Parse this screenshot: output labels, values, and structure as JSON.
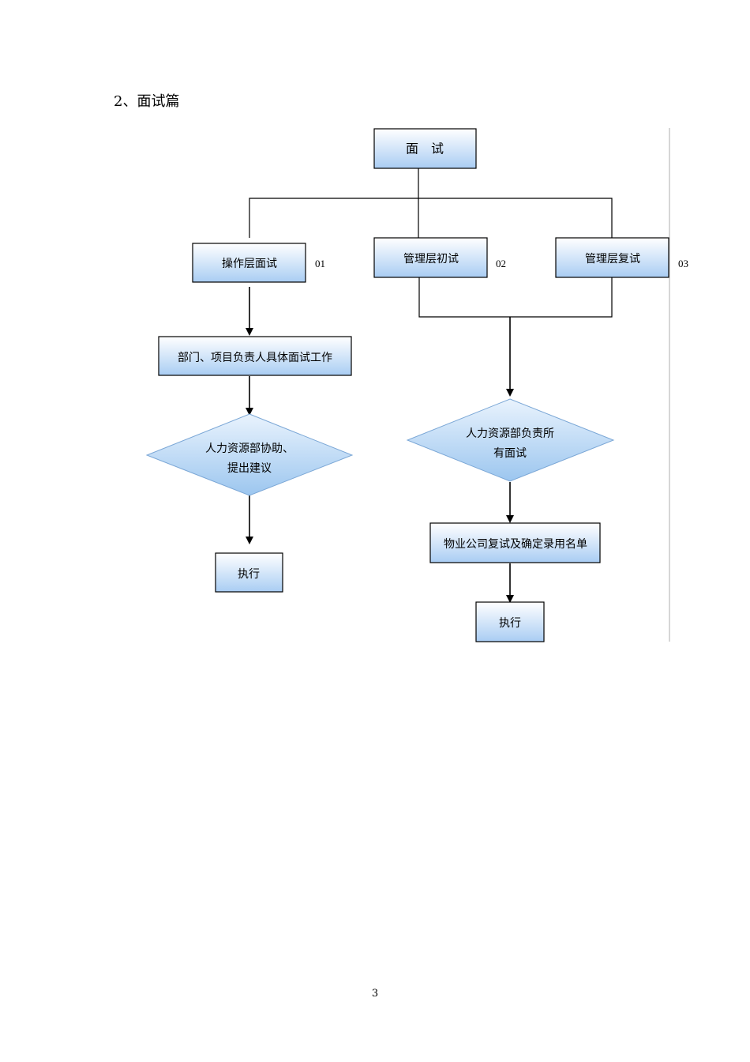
{
  "heading": "2、面试篇",
  "page_number": "3",
  "diagram": {
    "root": "面　试",
    "left_branch": {
      "node": "操作层面试",
      "number": "01",
      "step1": "部门、项目负责人具体面试工作",
      "decision_line1": "人力资源部协助、",
      "decision_line2": "提出建议",
      "end": "执行"
    },
    "middle_node": {
      "label": "管理层初试",
      "number": "02"
    },
    "right_node": {
      "label": "管理层复试",
      "number": "03"
    },
    "right_branch": {
      "decision_line1": "人力资源部负责所",
      "decision_line2": "有面试",
      "step1": "物业公司复试及确定录用名单",
      "end": "执行"
    }
  }
}
